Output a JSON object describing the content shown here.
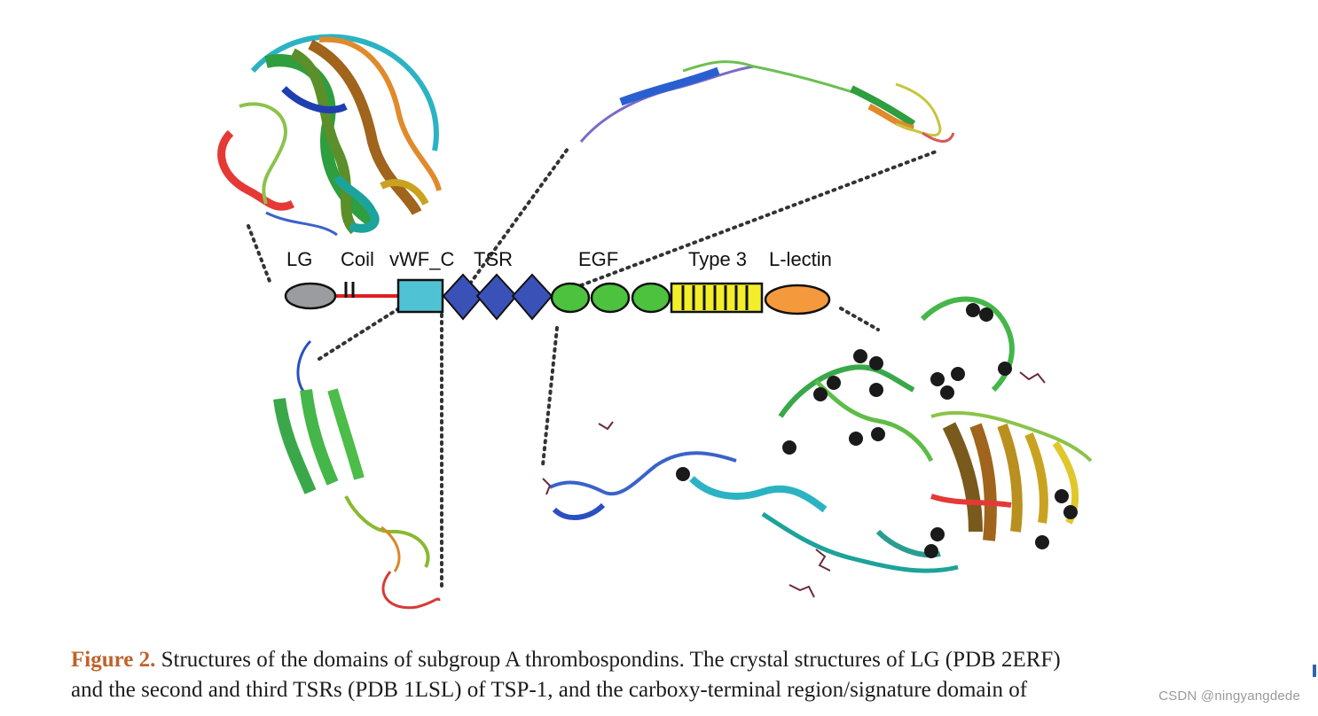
{
  "domains": {
    "lg": "LG",
    "coil": "Coil",
    "vwf_c": "vWF_C",
    "tsr": "TSR",
    "egf": "EGF",
    "type3": "Type 3",
    "l_lectin": "L-lectin"
  },
  "caption": {
    "label": "Figure 2.",
    "line1": " Structures of the domains of subgroup A thrombospondins. The crystal structures of LG (PDB 2ERF)",
    "line2": "and the second and third TSRs (PDB 1LSL) of TSP-1, and the carboxy-terminal region/signature domain of"
  },
  "watermark": "CSDN @ningyangdede",
  "colors": {
    "lg": "#9a9c9f",
    "coil_linker": "#e02020",
    "vwf_c": "#4fc3d4",
    "tsr": "#3a52b8",
    "egf": "#4cc23f",
    "type3": "#f2ee2a",
    "l_lectin": "#f59a3c",
    "figure_label": "#c0622b"
  }
}
